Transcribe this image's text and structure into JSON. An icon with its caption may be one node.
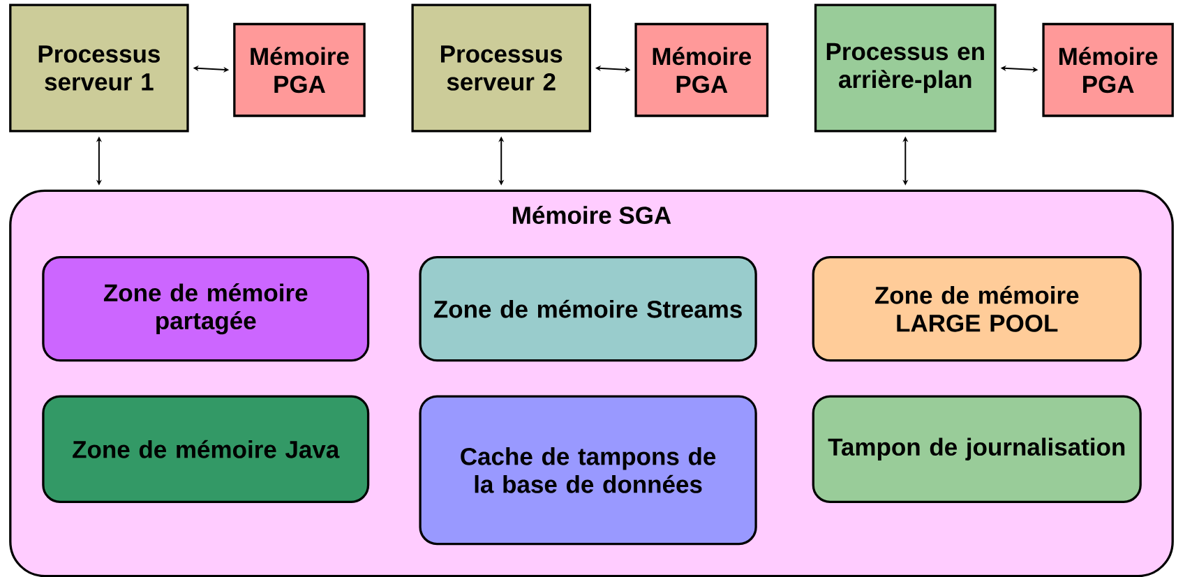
{
  "diagram": {
    "nodes": [
      {
        "text": [
          "Processus serveur 1"
        ]
      },
      {
        "text": [
          "Mémoire PGA"
        ]
      },
      {
        "text": [
          "Processus serveur 2"
        ]
      },
      {
        "text": [
          "Mémoire PGA"
        ]
      },
      {
        "text": [
          "Processus en arrière-plan"
        ]
      },
      {
        "text": [
          "Mémoire PGA"
        ]
      },
      {
        "text": [
          "Mémoire SGA"
        ]
      },
      {
        "text": [
          "Zone de mémoire partagée"
        ],
        "in": 6
      },
      {
        "text": [
          "Zone de mémoire Streams"
        ],
        "in": 6
      },
      {
        "text": [
          "Zone de mémoire LARGE POOL"
        ],
        "in": 6
      },
      {
        "text": [
          "Zone de mémoire Java"
        ],
        "in": 6
      },
      {
        "text": [
          "Cache de tampons de la base de données"
        ],
        "in": 6
      },
      {
        "text": [
          "Tampon de journalisation"
        ],
        "in": 6
      }
    ],
    "edges": [
      {
        "from": 0,
        "to": 1,
        "arrow": "both"
      },
      {
        "from": 2,
        "to": 3,
        "arrow": "both"
      },
      {
        "from": 4,
        "to": 5,
        "arrow": "both"
      },
      {
        "from": 0,
        "to": 6,
        "arrow": "both"
      },
      {
        "from": 2,
        "to": 6,
        "arrow": "both"
      },
      {
        "from": 4,
        "to": 6,
        "arrow": "both"
      }
    ]
  }
}
